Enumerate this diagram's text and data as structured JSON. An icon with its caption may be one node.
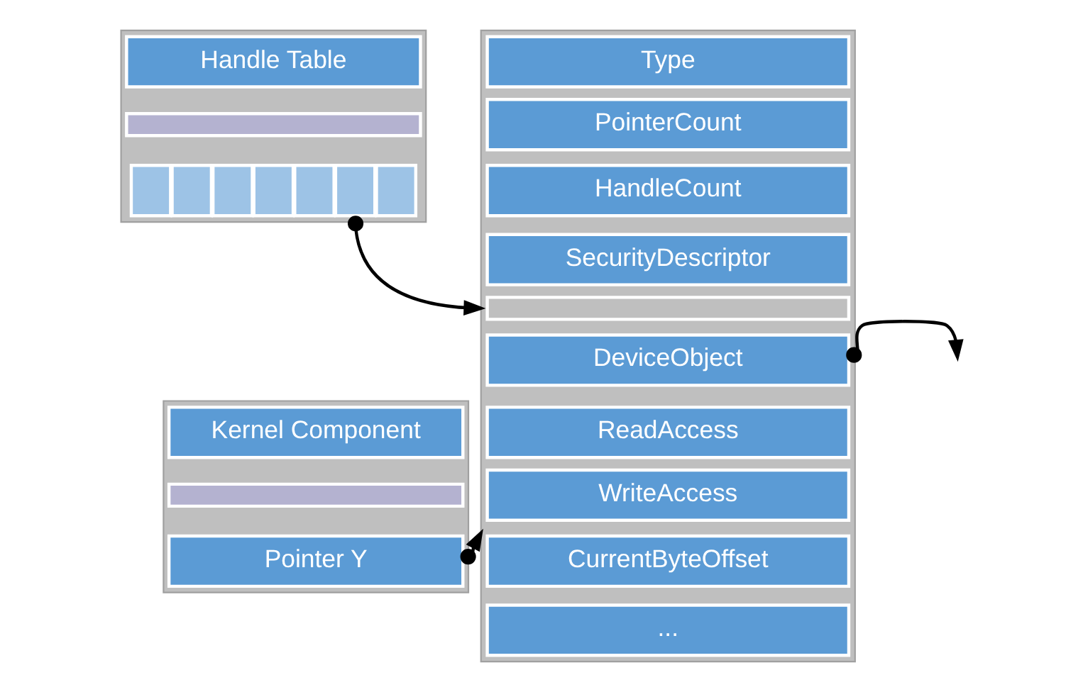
{
  "diagram": {
    "nodes": [
      {
        "text": [],
        "shape": "box"
      },
      {
        "text": [
          "Handle Table"
        ],
        "in": 0
      },
      {
        "text": [],
        "shape": "bar",
        "in": 0
      },
      {
        "text": [],
        "shape": "box",
        "in": 0
      },
      {
        "text": [],
        "shape": "box",
        "in": 0
      },
      {
        "text": [],
        "shape": "box",
        "in": 0
      },
      {
        "text": [],
        "shape": "box",
        "in": 0
      },
      {
        "text": [],
        "shape": "box",
        "in": 0
      },
      {
        "text": [],
        "shape": "box",
        "in": 0
      },
      {
        "text": [],
        "shape": "box",
        "in": 0
      },
      {
        "text": [],
        "shape": "box"
      },
      {
        "text": [
          "Kernel Component"
        ],
        "in": 10
      },
      {
        "text": [],
        "shape": "bar",
        "in": 10
      },
      {
        "text": [
          "Pointer Y"
        ],
        "in": 10
      },
      {
        "text": [],
        "shape": "box"
      },
      {
        "text": [
          "Type"
        ],
        "in": 14
      },
      {
        "text": [
          "PointerCount"
        ],
        "in": 14
      },
      {
        "text": [
          "HandleCount"
        ],
        "in": 14
      },
      {
        "text": [
          "SecurityDescriptor"
        ],
        "in": 14
      },
      {
        "text": [],
        "shape": "bar",
        "in": 14
      },
      {
        "text": [
          "DeviceObject"
        ],
        "in": 14
      },
      {
        "text": [
          "ReadAccess"
        ],
        "in": 14
      },
      {
        "text": [
          "WriteAccess"
        ],
        "in": 14
      },
      {
        "text": [
          "CurrentByteOffset"
        ],
        "in": 14
      },
      {
        "text": [
          "..."
        ],
        "in": 14
      }
    ],
    "edges": [
      {
        "from": 8,
        "to": 14,
        "arrow": "to"
      },
      {
        "from": 13,
        "to": 14,
        "arrow": "to"
      },
      {
        "from": 20,
        "to": null,
        "arrow": "to"
      }
    ]
  }
}
